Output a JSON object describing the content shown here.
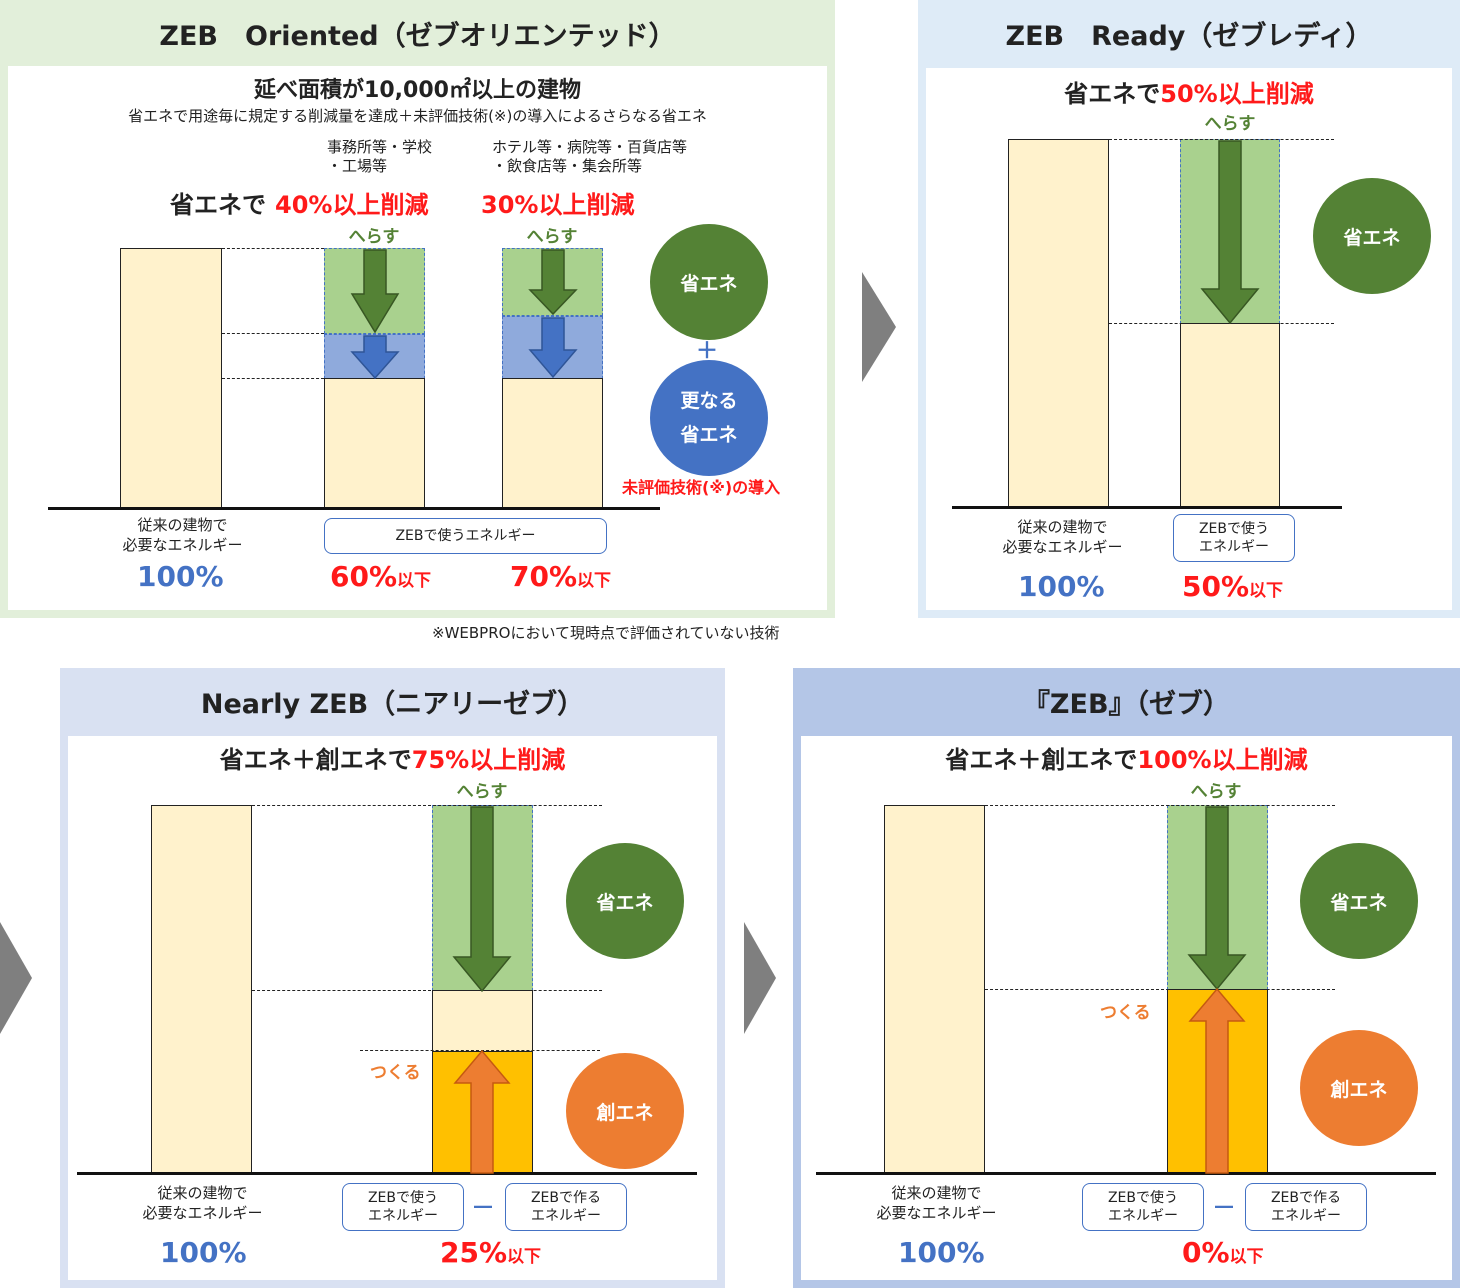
{
  "colors": {
    "conventional_bar": "#fff2cc",
    "save_fill": "#a9d18e",
    "save_arrow": "#548235",
    "extra_fill": "#8faadc",
    "extra_arrow": "#4472c4",
    "create_fill": "#ffc000",
    "create_arrow": "#ed7d31",
    "panel1_bg": "#e2efda",
    "panel2_bg": "#deebf7",
    "panel3_bg": "#d9e1f2",
    "panel4_bg": "#b4c6e7",
    "chevron": "#7f7f7f",
    "emphasis": "#ff1a1a"
  },
  "oriented": {
    "title": "ZEB　Oriented（ゼブオリエンテッド）",
    "heading": "延べ面積が10,000㎡以上の建物",
    "subheading": "省エネで用途毎に規定する削減量を達成＋未評価技術(※)の導入によるさらなる省エネ",
    "group1_line1": "事務所等・学校",
    "group1_line2": "・工場等",
    "group2_line1": "ホテル等・病院等・百貨店等",
    "group2_line2": "・飲食店等・集会所等",
    "reduce_prefix": "省エネで",
    "reduce1": "40%以上削減",
    "reduce2": "30%以上削減",
    "herasu": "へらす",
    "circle_save": "省エネ",
    "plus": "＋",
    "circle_extra_line1": "更なる",
    "circle_extra_line2": "省エネ",
    "unevaluated": "未評価技術(※)の導入",
    "conv_line1": "従来の建物で",
    "conv_line2": "必要なエネルギー",
    "conv_pct": "100%",
    "zeb_use": "ZEBで使うエネルギー",
    "pct1": "60%",
    "pct2": "70%",
    "ika": "以下",
    "footnote": "※WEBPROにおいて現時点で評価されていない技術"
  },
  "ready": {
    "title": "ZEB　Ready（ゼブレディ）",
    "reduce_prefix": "省エネで",
    "reduce": "50%以上削減",
    "herasu": "へらす",
    "circle_save": "省エネ",
    "conv_line1": "従来の建物で",
    "conv_line2": "必要なエネルギー",
    "conv_pct": "100%",
    "zeb_use_line1": "ZEBで使う",
    "zeb_use_line2": "エネルギー",
    "pct": "50%",
    "ika": "以下"
  },
  "nearly": {
    "title": "Nearly ZEB（ニアリーゼブ）",
    "reduce_prefix": "省エネ＋創エネで",
    "reduce": "75%以上削減",
    "herasu": "へらす",
    "tsukuru": "つくる",
    "circle_save": "省エネ",
    "circle_create": "創エネ",
    "conv_line1": "従来の建物で",
    "conv_line2": "必要なエネルギー",
    "conv_pct": "100%",
    "zeb_use_line1": "ZEBで使う",
    "zeb_use_line2": "エネルギー",
    "minus": "―",
    "zeb_make_line1": "ZEBで作る",
    "zeb_make_line2": "エネルギー",
    "pct": "25%",
    "ika": "以下"
  },
  "zeb": {
    "title": "『ZEB』（ゼブ）",
    "reduce_prefix": "省エネ＋創エネで",
    "reduce": "100%以上削減",
    "herasu": "へらす",
    "tsukuru": "つくる",
    "circle_save": "省エネ",
    "circle_create": "創エネ",
    "conv_line1": "従来の建物で",
    "conv_line2": "必要なエネルギー",
    "conv_pct": "100%",
    "zeb_use_line1": "ZEBで使う",
    "zeb_use_line2": "エネルギー",
    "minus": "―",
    "zeb_make_line1": "ZEBで作る",
    "zeb_make_line2": "エネルギー",
    "pct": "0%",
    "ika": "以下"
  }
}
